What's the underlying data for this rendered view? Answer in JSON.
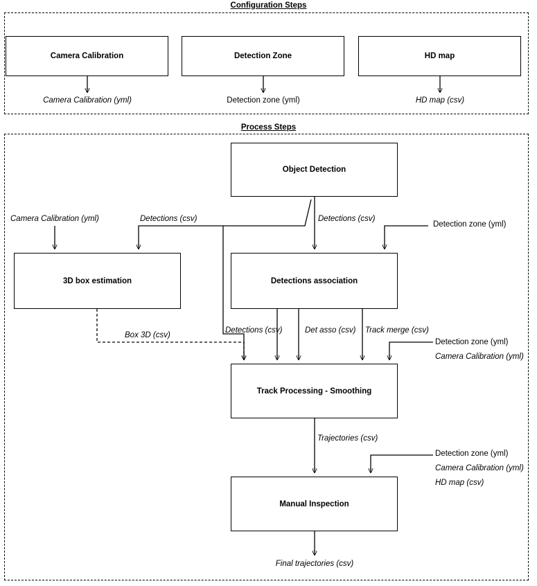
{
  "diagram": {
    "title_config": "Configuration Steps",
    "title_process": "Process Steps"
  },
  "config_nodes": [
    {
      "label": "Camera Calibration",
      "output": "Camera Calibration (yml)",
      "output_italic": true
    },
    {
      "label": "Detection Zone",
      "output": "Detection zone (yml)",
      "output_italic": false
    },
    {
      "label": "HD map",
      "output": "HD map (csv)",
      "output_italic": true
    }
  ],
  "process_nodes": [
    {
      "label": "Object Detection"
    },
    {
      "label": "3D box estimation"
    },
    {
      "label": "Detections association"
    },
    {
      "label": "Track Processing - Smoothing"
    },
    {
      "label": "Manual Inspection"
    }
  ],
  "edge_labels": {
    "camera_calibration_yml": "Camera Calibration (yml)",
    "detections_csv_left": "Detections (csv)",
    "detections_csv_right": "Detections (csv)",
    "detection_zone_yml_assoc": "Detection zone (yml)",
    "box_3d_csv": "Box 3D (csv)",
    "detections_csv_track": "Detections (csv)",
    "det_asso_csv": "Det asso (csv)",
    "track_merge_csv": "Track merge (csv)",
    "detection_zone_yml_track": "Detection zone (yml)",
    "camera_calibration_yml_track": "Camera Calibration (yml)",
    "trajectories_csv": "Trajectories (csv)",
    "detection_zone_yml_manual": "Detection zone (yml)",
    "camera_calibration_yml_manual": "Camera Calibration (yml)",
    "hd_map_csv_manual": "HD map (csv)",
    "final_trajectories_csv": "Final trajectories (csv)"
  },
  "colors": {
    "stroke": "#000000",
    "background": "#ffffff"
  }
}
